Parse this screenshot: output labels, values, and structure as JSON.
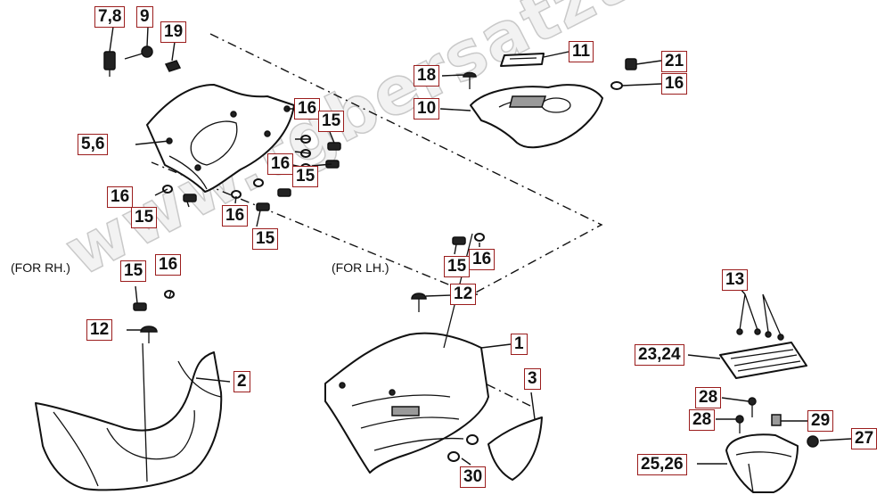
{
  "watermark": "www.tgbersatzteile.de",
  "notes": {
    "rh": "(FOR RH.)",
    "lh": "(FOR LH.)"
  },
  "callouts": [
    {
      "id": "c-7-8",
      "text": "7,8"
    },
    {
      "id": "c-9",
      "text": "9"
    },
    {
      "id": "c-19",
      "text": "19"
    },
    {
      "id": "c-5-6",
      "text": "5,6"
    },
    {
      "id": "c-16-a",
      "text": "16"
    },
    {
      "id": "c-15-a",
      "text": "15"
    },
    {
      "id": "c-16-b",
      "text": "16"
    },
    {
      "id": "c-15-b",
      "text": "15"
    },
    {
      "id": "c-16-c",
      "text": "16"
    },
    {
      "id": "c-15-c",
      "text": "15"
    },
    {
      "id": "c-16-d",
      "text": "16"
    },
    {
      "id": "c-15-d",
      "text": "15"
    },
    {
      "id": "c-18",
      "text": "18"
    },
    {
      "id": "c-11",
      "text": "11"
    },
    {
      "id": "c-21",
      "text": "21"
    },
    {
      "id": "c-16-e",
      "text": "16"
    },
    {
      "id": "c-10",
      "text": "10"
    },
    {
      "id": "c-15-e",
      "text": "15"
    },
    {
      "id": "c-16-f",
      "text": "16"
    },
    {
      "id": "c-12-a",
      "text": "12"
    },
    {
      "id": "c-2",
      "text": "2"
    },
    {
      "id": "c-15-f",
      "text": "15"
    },
    {
      "id": "c-16-g",
      "text": "16"
    },
    {
      "id": "c-12-b",
      "text": "12"
    },
    {
      "id": "c-1",
      "text": "1"
    },
    {
      "id": "c-3",
      "text": "3"
    },
    {
      "id": "c-30",
      "text": "30"
    },
    {
      "id": "c-13",
      "text": "13"
    },
    {
      "id": "c-23-24",
      "text": "23,24"
    },
    {
      "id": "c-28-a",
      "text": "28"
    },
    {
      "id": "c-28-b",
      "text": "28"
    },
    {
      "id": "c-29",
      "text": "29"
    },
    {
      "id": "c-27",
      "text": "27"
    },
    {
      "id": "c-25-26",
      "text": "25,26"
    }
  ]
}
